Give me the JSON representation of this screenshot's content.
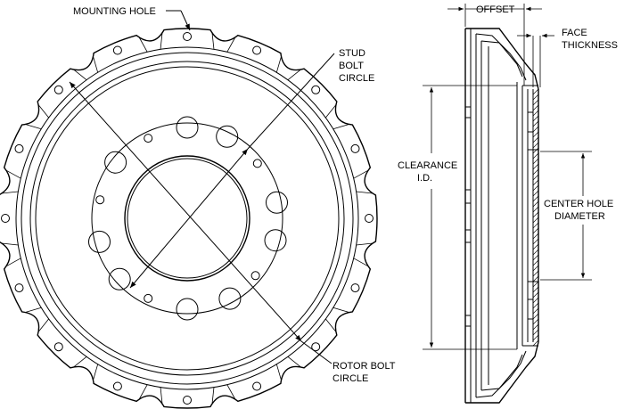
{
  "labels": {
    "mounting_hole": "MOUNTING HOLE",
    "stud_bolt_circle": [
      "STUD",
      "BOLT",
      "CIRCLE"
    ],
    "rotor_bolt_circle": [
      "ROTOR BOLT",
      "CIRCLE"
    ],
    "offset": "OFFSET",
    "face_thickness": [
      "FACE",
      "THICKNESS"
    ],
    "clearance_id": [
      "CLEARANCE",
      "I.D."
    ],
    "center_hole_diameter": [
      "CENTER HOLE",
      "DIAMETER"
    ]
  },
  "colors": {
    "line": "#000000",
    "background": "#ffffff"
  }
}
